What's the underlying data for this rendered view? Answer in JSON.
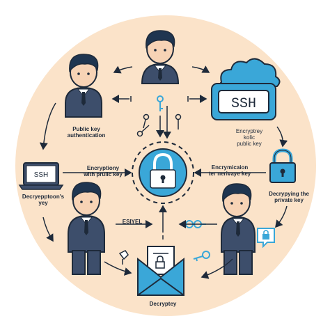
{
  "labels": {
    "ssh_server": "SSH",
    "ssh_laptop": "SSH",
    "public_key_auth_line1": "Public key",
    "public_key_auth_line2": "authentication",
    "encrypt_public_line1": "Encryptrey",
    "encrypt_public_line2": "kolic",
    "encrypt_public_line3": "public key",
    "encryption_left_line1": "Encryptiony",
    "encryption_left_line2": "with prulic key",
    "encryption_right_line1": "Encrymicaion",
    "encryption_right_line2": "ter nerivaye key",
    "decryption_left_line1": "Decryepptoon's",
    "decryption_left_line2": "yey",
    "decrypting_right_line1": "Decrypying the",
    "decrypting_right_line2": "private key",
    "esiyel": "ESIYEL",
    "decryptey": "Decryptey"
  },
  "colors": {
    "background_circle": "#fbe3c9",
    "outline": "#1e2a3a",
    "accent_blue": "#3aa7d8",
    "hair": "#1f3550",
    "suit": "#3d4e6b",
    "skin": "#f7d3b5"
  }
}
